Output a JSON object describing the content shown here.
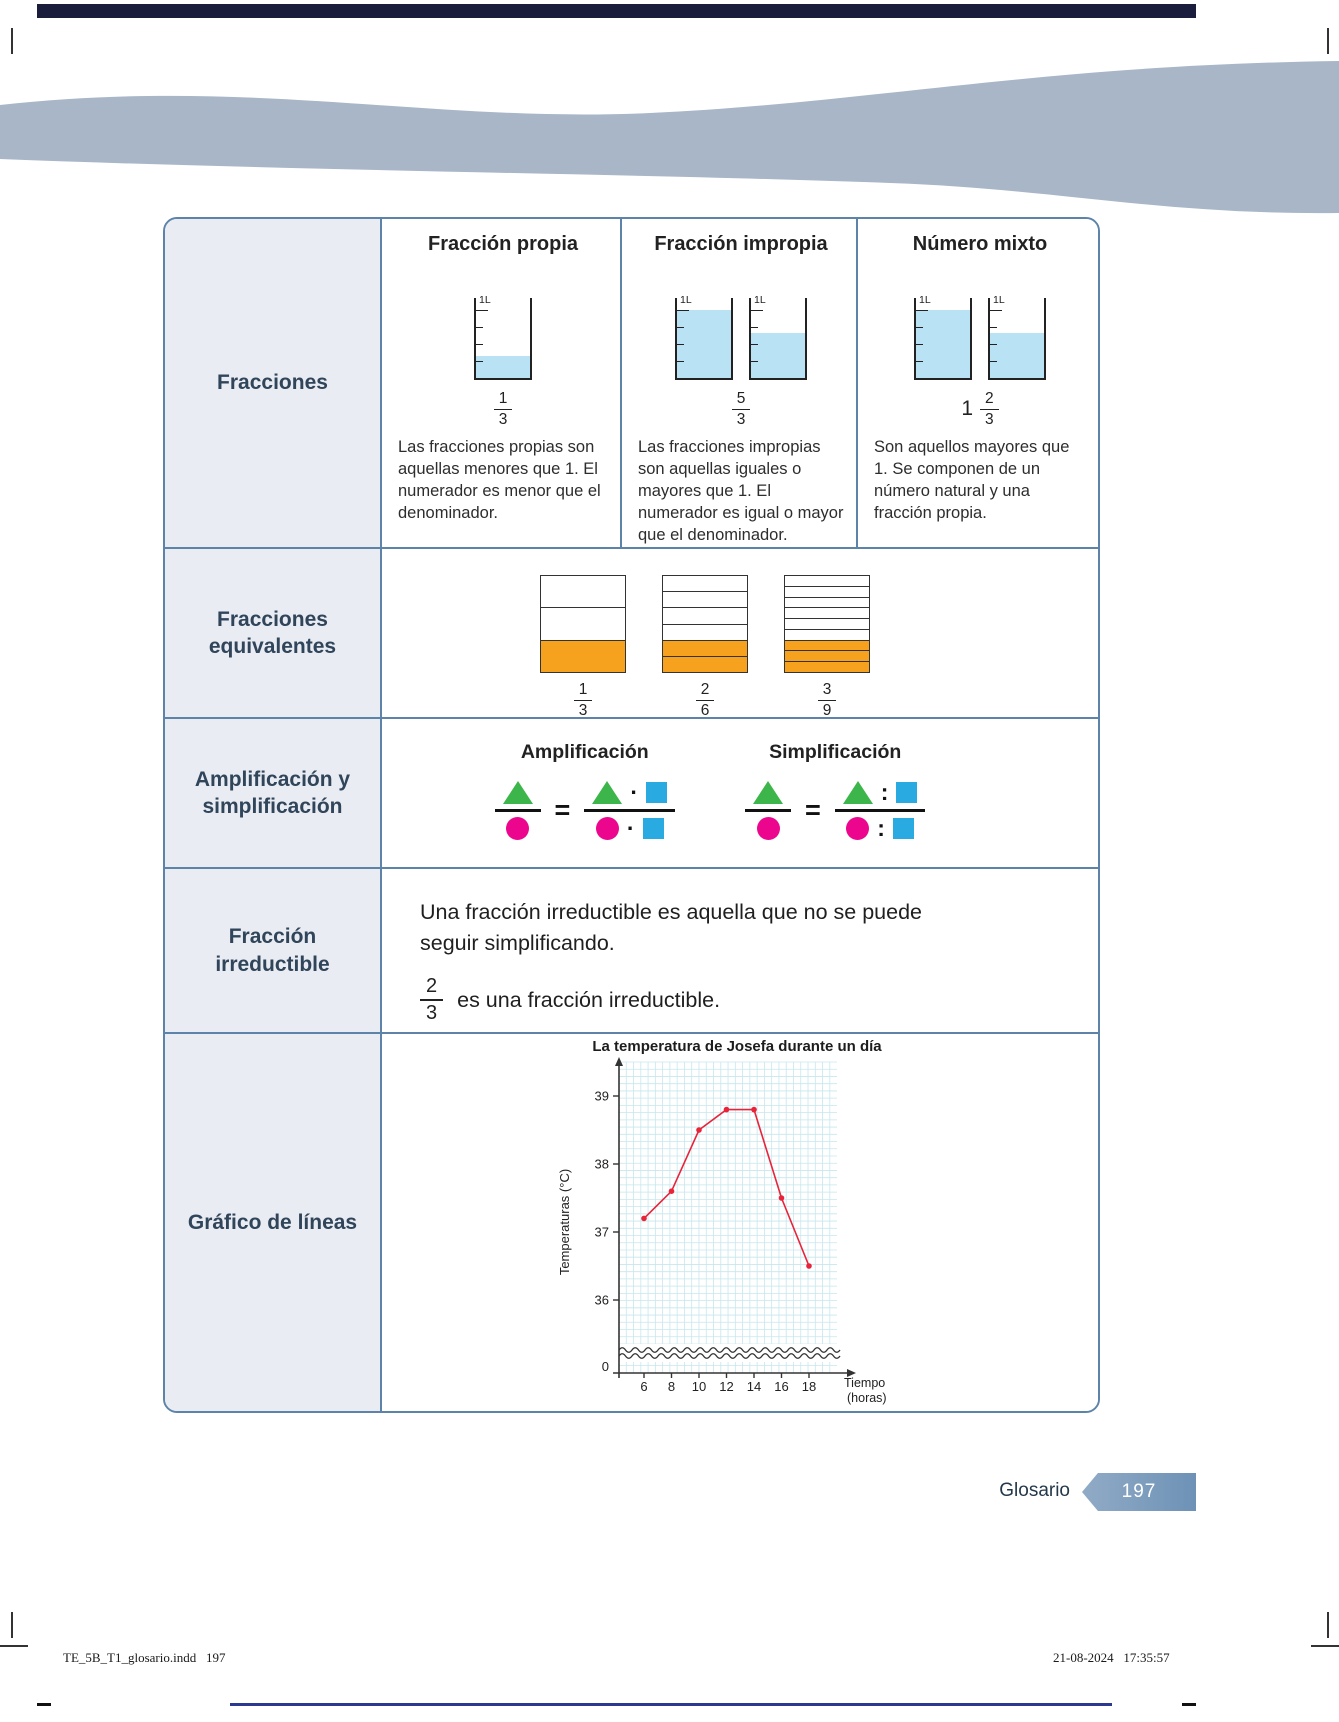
{
  "page": {
    "footer_label": "Glosario",
    "page_number": "197",
    "print_left": "TE_5B_T1_glosario.indd   197",
    "print_right": "21-08-2024   17:35:57"
  },
  "colors": {
    "top_bar": "#1b1d3c",
    "band_gray": "#a8b6c7",
    "table_border": "#5d84a8",
    "row_label_bg": "#e9ecf2",
    "beaker_fill": "#b9e2f5",
    "bar_fill": "#f6a21e",
    "triangle_green": "#3cb54a",
    "circle_pink": "#ec068d",
    "square_blue": "#29abe2",
    "chart_line": "#e8233a",
    "chart_grid": "#c6e7ee",
    "tab_blue": "#6d92b6",
    "bottom_line": "#2b3990"
  },
  "fracciones": {
    "row_label": "Fracciones",
    "beaker_unit": "1L",
    "columns": [
      {
        "title": "Fracción propia",
        "beakers": [
          0.33
        ],
        "fraction": {
          "whole": "",
          "num": "1",
          "den": "3"
        },
        "description": "Las fracciones propias son aquellas menores que 1. El numerador es menor que el denominador."
      },
      {
        "title": "Fracción impropia",
        "beakers": [
          1,
          0.667
        ],
        "fraction": {
          "whole": "",
          "num": "5",
          "den": "3"
        },
        "description": "Las fracciones impropias son aquellas iguales o mayores que 1. El numerador es igual o mayor que el denominador."
      },
      {
        "title": "Número mixto",
        "beakers": [
          1,
          0.667
        ],
        "fraction": {
          "whole": "1",
          "num": "2",
          "den": "3"
        },
        "description": "Son aquellos mayores que 1. Se componen de un número natural y una fracción propia."
      }
    ]
  },
  "equivalentes": {
    "row_label": "Fracciones equivalentes",
    "bars": [
      {
        "parts": 3,
        "filled": 1,
        "num": "1",
        "den": "3"
      },
      {
        "parts": 6,
        "filled": 2,
        "num": "2",
        "den": "6"
      },
      {
        "parts": 9,
        "filled": 3,
        "num": "3",
        "den": "9"
      }
    ]
  },
  "amplificacion": {
    "row_label": "Amplificación y simplificación",
    "equals": "=",
    "groups": [
      {
        "title": "Amplificación",
        "operator": "·"
      },
      {
        "title": "Simplificación",
        "operator": ":"
      }
    ]
  },
  "irreductible": {
    "row_label": "Fracción irreductible",
    "line1": "Una fracción irreductible es aquella que no se puede",
    "line2": "seguir simplificando.",
    "fraction": {
      "num": "2",
      "den": "3"
    },
    "after_fraction": "es una fracción irreductible."
  },
  "grafico": {
    "row_label": "Gráfico de líneas"
  },
  "chart_data": {
    "type": "line",
    "title": "La temperatura de Josefa durante un día",
    "xlabel": "Tiempo (horas)",
    "xlabel_lines": [
      "Tiempo",
      "(horas)"
    ],
    "ylabel": "Temperaturas (°C)",
    "x": [
      6,
      8,
      10,
      12,
      14,
      16,
      18
    ],
    "y": [
      37.2,
      37.6,
      38.5,
      38.8,
      38.8,
      37.5,
      36.5
    ],
    "xticks": [
      6,
      8,
      10,
      12,
      14,
      16,
      18
    ],
    "yticks": [
      36,
      37,
      38,
      39
    ],
    "origin_label": "0",
    "ylim_display": [
      36,
      39
    ],
    "grid": true,
    "axis_break": true,
    "legend_position": "none",
    "line_color": "#e8233a"
  }
}
